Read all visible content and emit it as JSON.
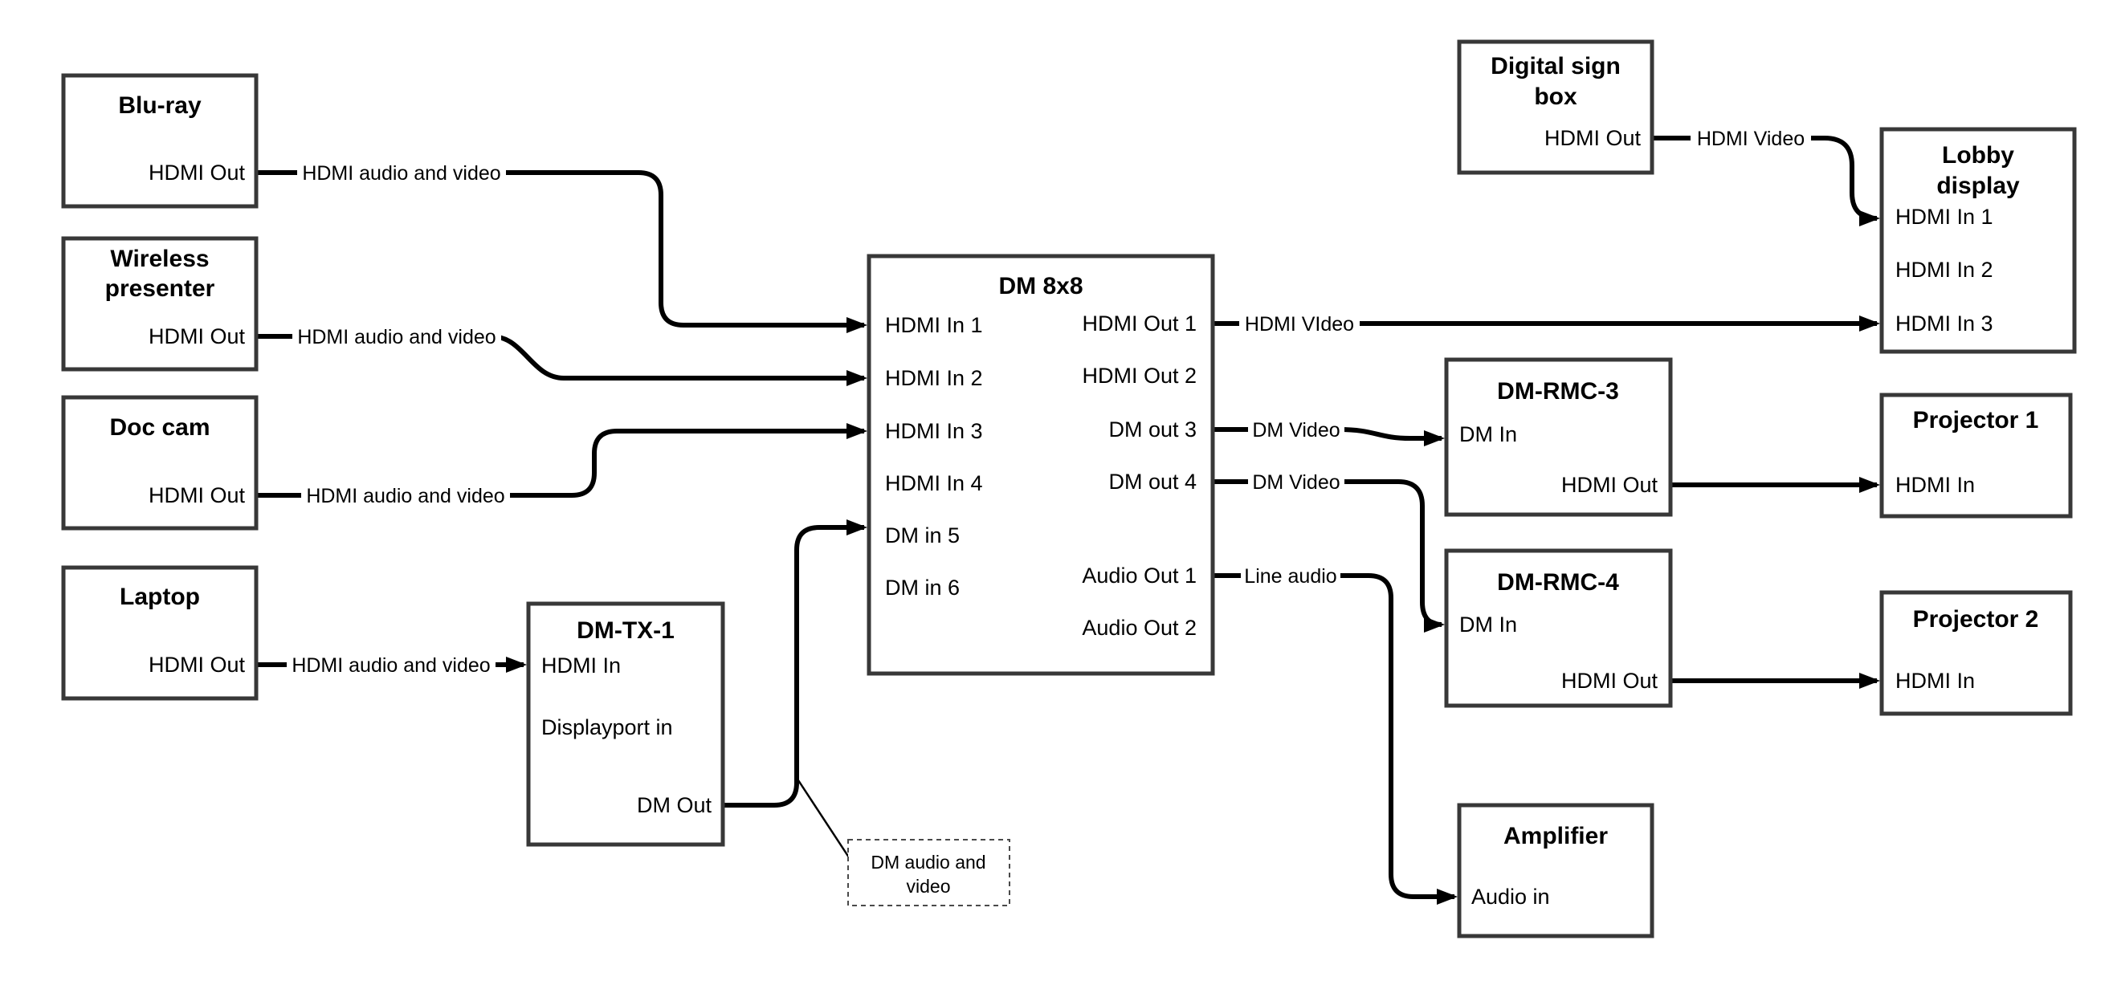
{
  "colors": {
    "wire": "#000000",
    "box_border": "#383838",
    "text": "#000000",
    "background": "#ffffff"
  },
  "nodes": {
    "bluray": {
      "title": "Blu-ray",
      "port_out": "HDMI Out"
    },
    "wireless": {
      "title1": "Wireless",
      "title2": "presenter",
      "port_out": "HDMI Out"
    },
    "doccam": {
      "title": "Doc cam",
      "port_out": "HDMI Out"
    },
    "laptop": {
      "title": "Laptop",
      "port_out": "HDMI Out"
    },
    "dmtx1": {
      "title": "DM-TX-1",
      "port_hdmi_in": "HDMI In",
      "port_dp_in": "Displayport in",
      "port_dm_out": "DM Out"
    },
    "dm8x8": {
      "title": "DM 8x8",
      "in1": "HDMI In 1",
      "in2": "HDMI In 2",
      "in3": "HDMI In 3",
      "in4": "HDMI In 4",
      "in5": "DM in 5",
      "in6": "DM in 6",
      "out1": "HDMI Out 1",
      "out2": "HDMI Out 2",
      "out3": "DM out 3",
      "out4": "DM out 4",
      "aout1": "Audio Out 1",
      "aout2": "Audio Out 2"
    },
    "digitalsign": {
      "title1": "Digital sign",
      "title2": "box",
      "port_out": "HDMI Out"
    },
    "lobby": {
      "title1": "Lobby",
      "title2": "display",
      "in1": "HDMI In 1",
      "in2": "HDMI In 2",
      "in3": "HDMI In 3"
    },
    "dmrmc3": {
      "title": "DM-RMC-3",
      "port_dm_in": "DM In",
      "port_hdmi_out": "HDMI Out"
    },
    "proj1": {
      "title": "Projector 1",
      "port_in": "HDMI In"
    },
    "dmrmc4": {
      "title": "DM-RMC-4",
      "port_dm_in": "DM In",
      "port_hdmi_out": "HDMI Out"
    },
    "proj2": {
      "title": "Projector 2",
      "port_in": "HDMI In"
    },
    "amplifier": {
      "title": "Amplifier",
      "port_in": "Audio in"
    }
  },
  "edges": {
    "bluray_to_dm8x8": "HDMI audio and video",
    "wireless_to_dm8x8": "HDMI audio and video",
    "doccam_to_dm8x8": "HDMI audio and video",
    "laptop_to_dmtx1": "HDMI audio and video",
    "dm8x8_out1_to_lobby": "HDMI VIdeo",
    "dm8x8_out3_to_dmrmc3": "DM Video",
    "dm8x8_out4_to_dmrmc4": "DM Video",
    "dm8x8_aout1_to_amplifier": "Line audio",
    "digitalsign_to_lobby": "HDMI Video"
  },
  "note": {
    "line1": "DM audio and",
    "line2": "video"
  }
}
